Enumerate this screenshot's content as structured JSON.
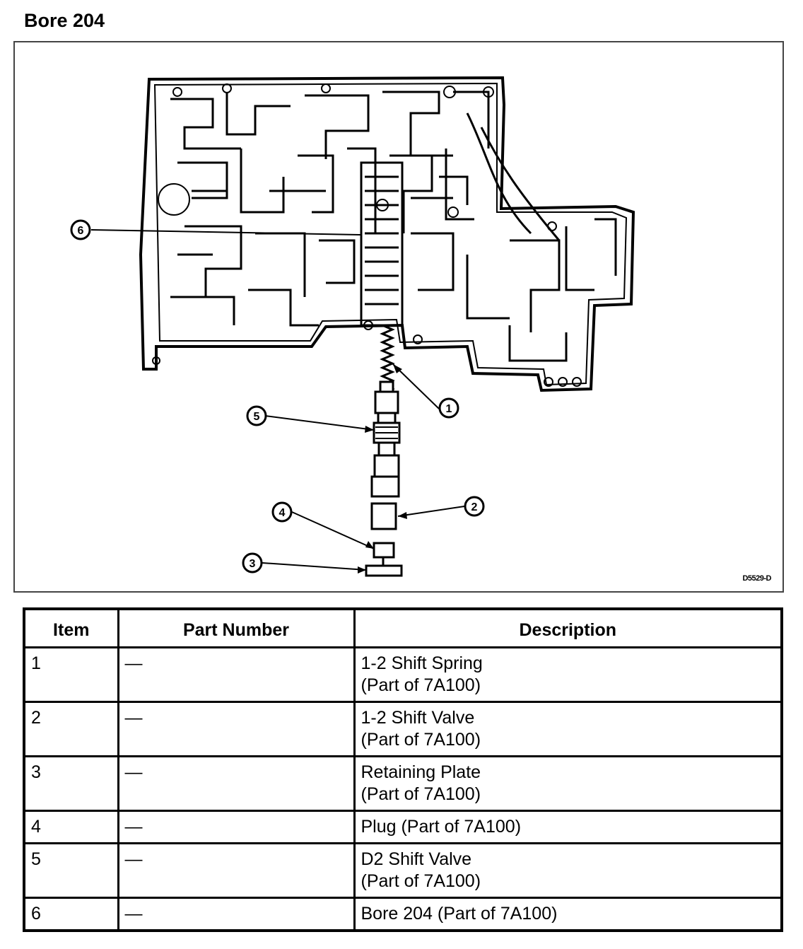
{
  "title": "Bore 204",
  "figure": {
    "code": "D5529-D",
    "callouts": [
      "1",
      "2",
      "3",
      "4",
      "5",
      "6"
    ]
  },
  "table": {
    "headers": [
      "Item",
      "Part Number",
      "Description"
    ],
    "rows": [
      {
        "item": "1",
        "part": "—",
        "desc": [
          "1-2 Shift Spring",
          "(Part of 7A100)"
        ]
      },
      {
        "item": "2",
        "part": "—",
        "desc": [
          "1-2 Shift Valve",
          "(Part of 7A100)"
        ]
      },
      {
        "item": "3",
        "part": "—",
        "desc": [
          "Retaining Plate",
          "(Part of 7A100)"
        ]
      },
      {
        "item": "4",
        "part": "—",
        "desc": [
          "Plug (Part of 7A100)"
        ]
      },
      {
        "item": "5",
        "part": "—",
        "desc": [
          "D2 Shift Valve",
          "(Part of 7A100)"
        ]
      },
      {
        "item": "6",
        "part": "—",
        "desc": [
          "Bore 204 (Part of 7A100)"
        ]
      }
    ]
  }
}
